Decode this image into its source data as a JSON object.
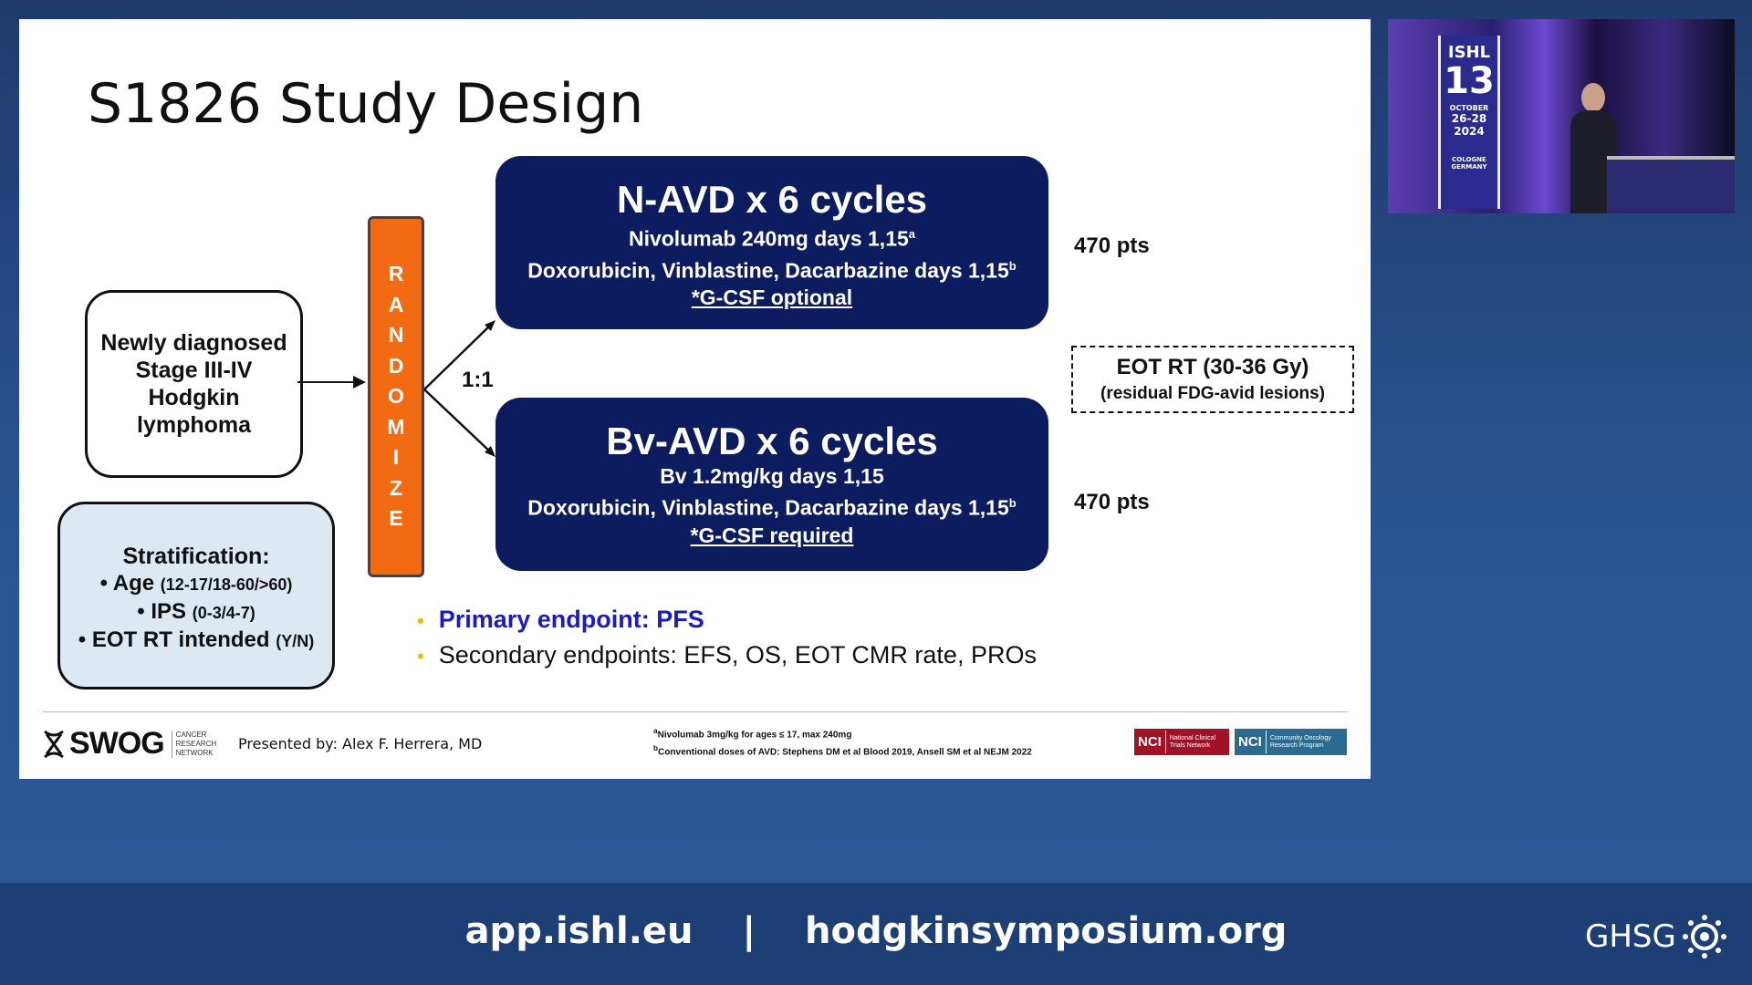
{
  "slide": {
    "title": "S1826 Study Design",
    "patients_box": [
      "Newly diagnosed",
      "Stage III-IV",
      "Hodgkin",
      "lymphoma"
    ],
    "randomize_letters": [
      "R",
      "A",
      "N",
      "D",
      "O",
      "M",
      "I",
      "Z",
      "E"
    ],
    "ratio": "1:1",
    "arm1": {
      "heading": "N-AVD x 6 cycles",
      "line1": "Nivolumab 240mg days 1,15",
      "line1_sup": "a",
      "line2": "Doxorubicin, Vinblastine, Dacarbazine days 1,15",
      "line2_sup": "b",
      "line3": "*G-CSF optional",
      "pts": "470 pts"
    },
    "arm2": {
      "heading": "Bv-AVD x 6 cycles",
      "line1": "Bv 1.2mg/kg days 1,15",
      "line2": "Doxorubicin, Vinblastine, Dacarbazine days 1,15",
      "line2_sup": "b",
      "line3": "*G-CSF required",
      "pts": "470 pts"
    },
    "eot_box": {
      "title": "EOT RT (30-36 Gy)",
      "subtitle": "(residual FDG-avid lesions)"
    },
    "stratification": {
      "heading": "Stratification:",
      "rows": [
        {
          "label": "Age",
          "detail": "(12-17/18-60/>60)"
        },
        {
          "label": "IPS",
          "detail": "(0-3/4-7)"
        },
        {
          "label": "EOT RT intended",
          "detail": "(Y/N)"
        }
      ]
    },
    "endpoints": {
      "primary": "Primary endpoint: PFS",
      "secondary": "Secondary endpoints: EFS, OS, EOT CMR rate, PROs"
    },
    "footer": {
      "logo_text": "SWOG",
      "logo_sub": [
        "CANCER",
        "RESEARCH",
        "NETWORK"
      ],
      "presented_by": "Presented by: Alex F. Herrera, MD",
      "footnote_a": "Nivolumab 3mg/kg for ages ≤ 17, max 240mg",
      "footnote_b": "Conventional doses of AVD: Stephens DM et al Blood 2019, Ansell SM et al NEJM 2022",
      "nci1": {
        "label": "NCI",
        "text": [
          "National Clinical",
          "Trials Network"
        ],
        "color": "#a11228"
      },
      "nci2": {
        "label": "NCI",
        "text": [
          "Community Oncology",
          "Research Program"
        ],
        "color": "#2a6b8f"
      }
    }
  },
  "video": {
    "banner_lines": [
      "ISHL",
      "13",
      "OCTOBER",
      "26-28",
      "2024",
      "COLOGNE",
      "GERMANY"
    ]
  },
  "bottom_bar": {
    "link1": "app.ishl.eu",
    "separator": "|",
    "link2": "hodgkinsymposium.org",
    "brand": "GHSG"
  },
  "colors": {
    "arm_bg": "#0c1c5e",
    "randomize": "#f26a12",
    "primary_endpoint": "#1b1bc4",
    "bullet": "#f2b800"
  }
}
